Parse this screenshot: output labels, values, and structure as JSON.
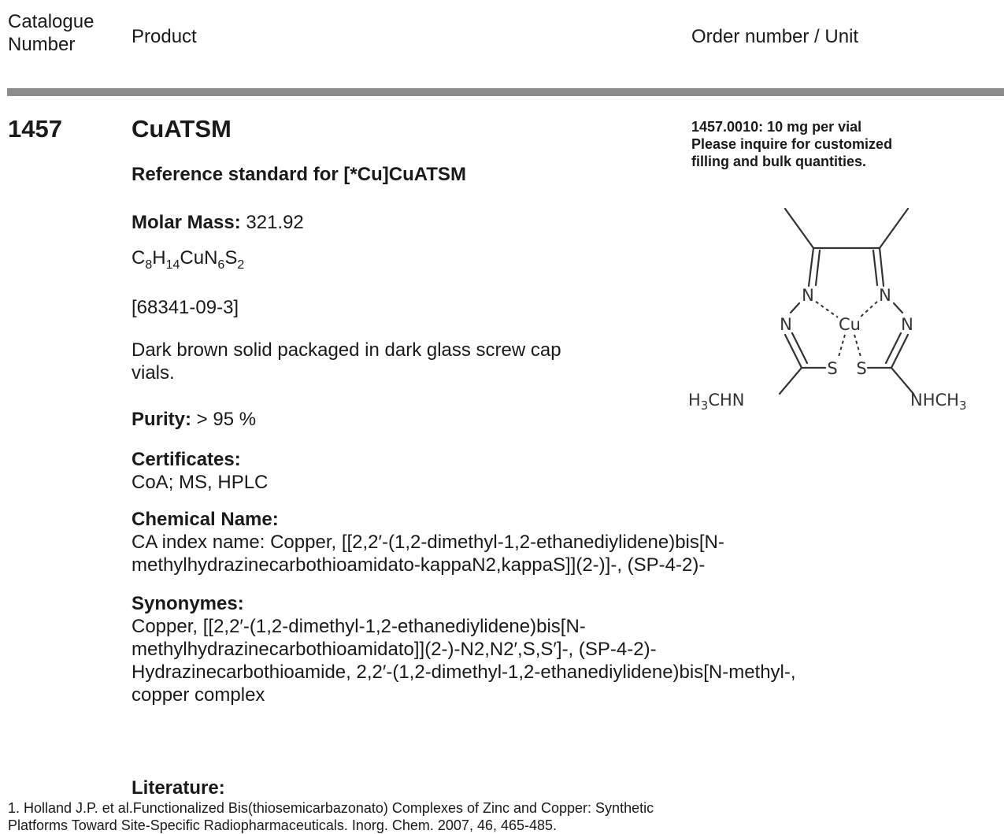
{
  "header": {
    "catalogue_line1": "Catalogue",
    "catalogue_line2": "Number",
    "product": "Product",
    "order_unit": "Order number / Unit"
  },
  "product": {
    "catalogue_number": "1457",
    "name": "CuATSM",
    "subtitle": "Reference standard for [*Cu]CuATSM",
    "molar_mass_label": "Molar Mass:",
    "molar_mass_value": " 321.92",
    "formula": [
      {
        "text": "C",
        "sub": "8"
      },
      {
        "text": "H",
        "sub": "14"
      },
      {
        "text": "CuN",
        "sub": "6"
      },
      {
        "text": "S",
        "sub": "2"
      }
    ],
    "cas": "[68341-09-3]",
    "description_line1": "Dark brown solid packaged in dark glass screw cap",
    "description_line2": "vials.",
    "purity_label": "Purity:",
    "purity_value": " > 95 %",
    "certificates_label": "Certificates:",
    "certificates_value": "CoA; MS, HPLC",
    "chemical_name_label": "Chemical Name:",
    "chemical_name_line1": "CA index name: Copper, [[2,2′-(1,2-dimethyl-1,2-ethanediylidene)bis[N-",
    "chemical_name_line2": "methylhydrazinecarbothioamidato-kappaN2,kappaS]](2-)]-, (SP-4-2)-",
    "synonymes_label": "Synonymes:",
    "synonymes_line1": "Copper, [[2,2′-(1,2-dimethyl-1,2-ethanediylidene)bis[N-",
    "synonymes_line2": "methylhydrazinecarbothioamidato]](2-)-N2,N2′,S,S′]-, (SP-4-2)-",
    "synonymes_line3": "Hydrazinecarbothioamide, 2,2′-(1,2-dimethyl-1,2-ethanediylidene)bis[N-methyl-,",
    "synonymes_line4": "copper complex",
    "literature_label": "Literature:",
    "literature_line1": "1. Holland J.P. et al.Functionalized Bis(thiosemicarbazonato) Complexes of Zinc and Copper: Synthetic",
    "literature_line2": "Platforms Toward Site-Specific Radiopharmaceuticals. Inorg. Chem. 2007, 46, 465-485."
  },
  "order": {
    "line1": "1457.0010: 10 mg per vial",
    "line2": "Please inquire for customized",
    "line3": "filling and bulk quantities."
  },
  "structure": {
    "atom_n_left_inner": "N",
    "atom_n_right_inner": "N",
    "atom_cu": "Cu",
    "atom_n_left_outer": "N",
    "atom_n_right_outer": "N",
    "atom_s_left": "S",
    "atom_s_right": "S",
    "group_left": "H",
    "group_left_sub": "3",
    "group_left_rest": "CHN",
    "group_right": "NHCH",
    "group_right_sub": "3"
  }
}
